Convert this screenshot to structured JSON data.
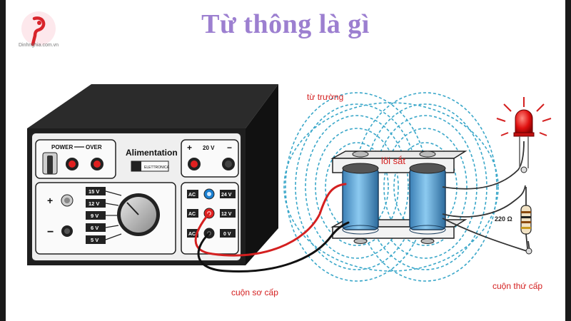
{
  "title": "Từ thông là gì",
  "logo": {
    "site": "Dinhnghia.com.vn"
  },
  "power_supply": {
    "power_label": "POWER",
    "over_label": "OVER",
    "brand_label": "Alimentation",
    "brand_small": "ELETTRONICA",
    "volt_label": "20 V",
    "plus": "+",
    "minus": "−",
    "voltages": [
      "15 V",
      "12 V",
      "9 V",
      "6 V",
      "5 V"
    ],
    "ac_label": "AC",
    "outputs": [
      "24 V",
      "12 V",
      "0 V"
    ]
  },
  "labels": {
    "magnetic_field": "từ trường",
    "iron_core": "lõi sắt",
    "primary_coil": "cuộn sơ cấp",
    "secondary_coil": "cuộn thứ cấp",
    "resistor": "220 Ω"
  },
  "colors": {
    "title": "#9c7fd0",
    "annotation": "#d42020",
    "field_lines": "#3aa7c9",
    "coil": "#5aa9d6",
    "wire_red": "#d42020"
  }
}
